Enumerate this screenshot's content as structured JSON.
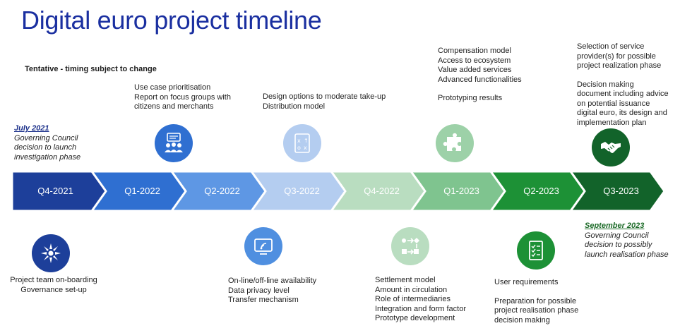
{
  "title": "Digital euro project timeline",
  "subtitle": "Tentative - timing subject to change",
  "quarters": [
    {
      "label": "Q4-2021",
      "color": "#1d3f9a"
    },
    {
      "label": "Q1-2022",
      "color": "#2f6fd1"
    },
    {
      "label": "Q2-2022",
      "color": "#5e97e4"
    },
    {
      "label": "Q3-2022",
      "color": "#b4cdf0"
    },
    {
      "label": "Q4-2022",
      "color": "#b9ddc0"
    },
    {
      "label": "Q1-2023",
      "color": "#7fc48f"
    },
    {
      "label": "Q2-2023",
      "color": "#1d9136"
    },
    {
      "label": "Q3-2023",
      "color": "#12632a"
    }
  ],
  "milestones": {
    "july2021": {
      "heading": "July 2021",
      "lines": [
        "Governing Council",
        "decision to launch",
        "investigation phase"
      ]
    },
    "sept2023": {
      "heading": "September 2023",
      "lines": [
        "Governing Council",
        "decision to possibly",
        "launch realisation phase"
      ]
    }
  },
  "top_blocks": {
    "q1_2022": [
      "Use case prioritisation",
      "Report on focus groups with",
      "citizens and merchants"
    ],
    "q3_2022": [
      "Design options to moderate take-up",
      "Distribution model"
    ],
    "q1_2023_a": [
      "Compensation model",
      "Access to ecosystem",
      "Value added services",
      "Advanced functionalities"
    ],
    "q1_2023_b": [
      "Prototyping results"
    ],
    "q3_2023_a": [
      "Selection of service",
      "provider(s) for possible",
      "project realization phase"
    ],
    "q3_2023_b": [
      "Decision making",
      "document including advice",
      "on potential issuance",
      "digital euro, its design and",
      "implementation plan"
    ]
  },
  "bottom_blocks": {
    "q4_2021": [
      "Project team on-boarding",
      "Governance set-up"
    ],
    "q2_2022": [
      "On-line/off-line availability",
      "Data privacy level",
      "Transfer mechanism"
    ],
    "q4_2022": [
      "Settlement model",
      "Amount in circulation",
      "Role of intermediaries",
      "Integration and form factor",
      "Prototype development"
    ],
    "q2_2023_a": [
      "User requirements"
    ],
    "q2_2023_b": [
      "Preparation for possible",
      "project realisation phase",
      "decision making"
    ]
  },
  "icons": {
    "team": {
      "name": "team-hands-icon",
      "color": "#1d3f9a"
    },
    "focus_group": {
      "name": "focus-group-icon",
      "color": "#2f6fd1"
    },
    "offline": {
      "name": "offline-device-icon",
      "color": "#4f8fe0"
    },
    "design": {
      "name": "design-options-icon",
      "color": "#b4cdf0"
    },
    "settlement": {
      "name": "settlement-flow-icon",
      "color": "#b9ddc0"
    },
    "puzzle": {
      "name": "puzzle-icon",
      "color": "#9dd1a8"
    },
    "checklist": {
      "name": "checklist-icon",
      "color": "#1d9136"
    },
    "handshake": {
      "name": "handshake-icon",
      "color": "#12632a"
    }
  }
}
